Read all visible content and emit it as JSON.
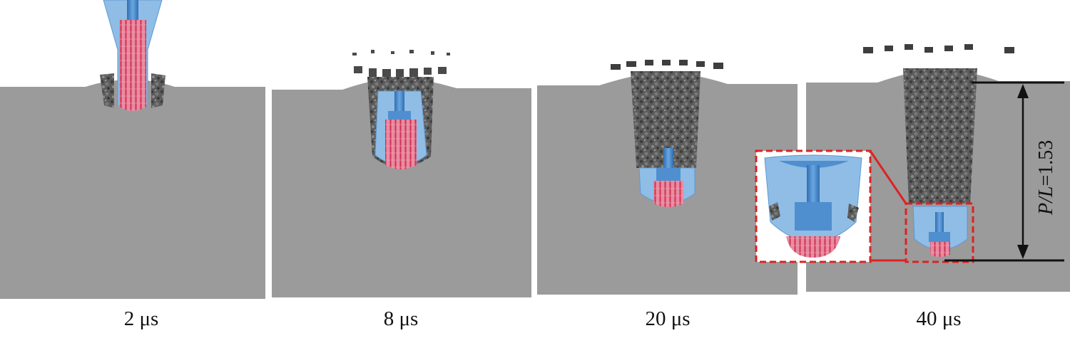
{
  "frames": [
    {
      "time_label": "2 μs"
    },
    {
      "time_label": "8 μs"
    },
    {
      "time_label": "20 μs"
    },
    {
      "time_label": "40 μs"
    }
  ],
  "annotation": {
    "pl_prefix": "P/L",
    "pl_value": "=1.53"
  },
  "colors": {
    "target": "#9b9b9b",
    "projectile": "#8fbde6",
    "projectile_dark": "#4f8fcf",
    "rod": "#3e7fc4",
    "mesh": "#d8455f",
    "crater_wall": "#5a5a5a",
    "callout": "#dd2222",
    "dimension": "#1a1a1a"
  }
}
